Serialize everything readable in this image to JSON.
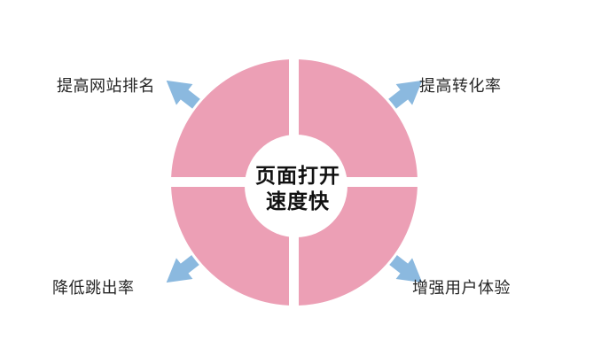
{
  "diagram": {
    "center": {
      "line1": "页面打开",
      "line2": "速度快"
    },
    "benefits": [
      {
        "position": "top-left",
        "label": "提高网站排名"
      },
      {
        "position": "top-right",
        "label": "提高转化率"
      },
      {
        "position": "bottom-left",
        "label": "降低跳出率"
      },
      {
        "position": "bottom-right",
        "label": "增强用户体验"
      }
    ],
    "colors": {
      "background": "#ffffff",
      "ring": "#ec9fb5",
      "arrow": "#8bb9df",
      "text": "#262626",
      "center_text": "#111111"
    }
  }
}
